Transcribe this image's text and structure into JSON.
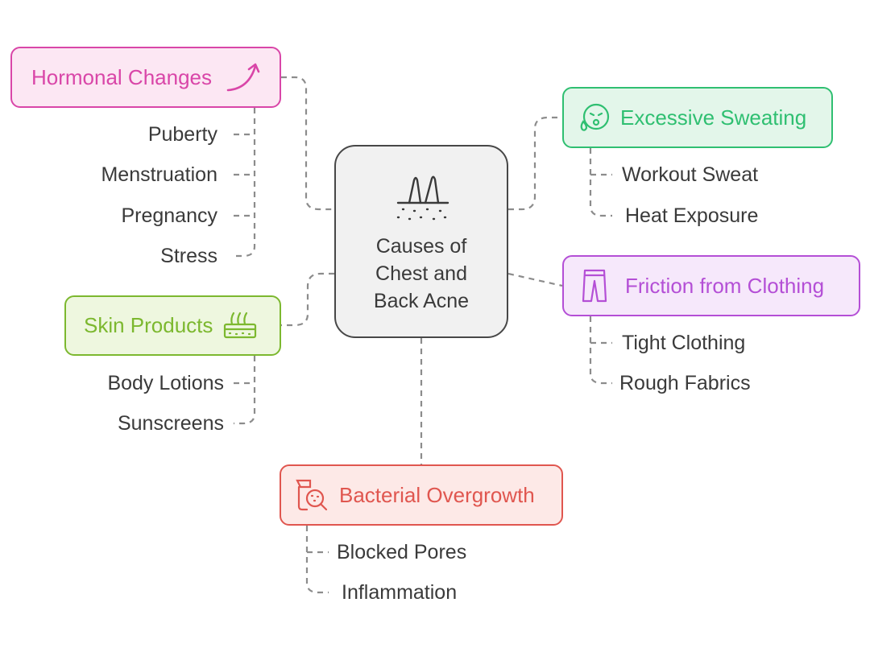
{
  "center": {
    "title": "Causes of\nChest and\nBack Acne",
    "icon": "hair-follicle-skin-icon"
  },
  "categories": {
    "hormonal": {
      "label": "Hormonal Changes",
      "icon": "trend-up-arrow-icon",
      "color": "#d946a8",
      "fill": "#fce7f3",
      "items": [
        "Puberty",
        "Menstruation",
        "Pregnancy",
        "Stress"
      ]
    },
    "skin_products": {
      "label": "Skin Products",
      "icon": "skin-layer-icon",
      "color": "#7cb82f",
      "fill": "#eef7df",
      "items": [
        "Body Lotions",
        "Sunscreens"
      ]
    },
    "sweating": {
      "label": "Excessive Sweating",
      "icon": "sweating-face-icon",
      "color": "#2fbf71",
      "fill": "#e3f6ea",
      "items": [
        "Workout Sweat",
        "Heat Exposure"
      ]
    },
    "friction": {
      "label": "Friction from Clothing",
      "icon": "pants-icon",
      "color": "#b44fd6",
      "fill": "#f6e8fb",
      "items": [
        "Tight Clothing",
        "Rough Fabrics"
      ]
    },
    "bacterial": {
      "label": "Bacterial Overgrowth",
      "icon": "bacteria-magnifier-icon",
      "color": "#e0564f",
      "fill": "#fde9e7",
      "items": [
        "Blocked Pores",
        "Inflammation"
      ]
    }
  }
}
